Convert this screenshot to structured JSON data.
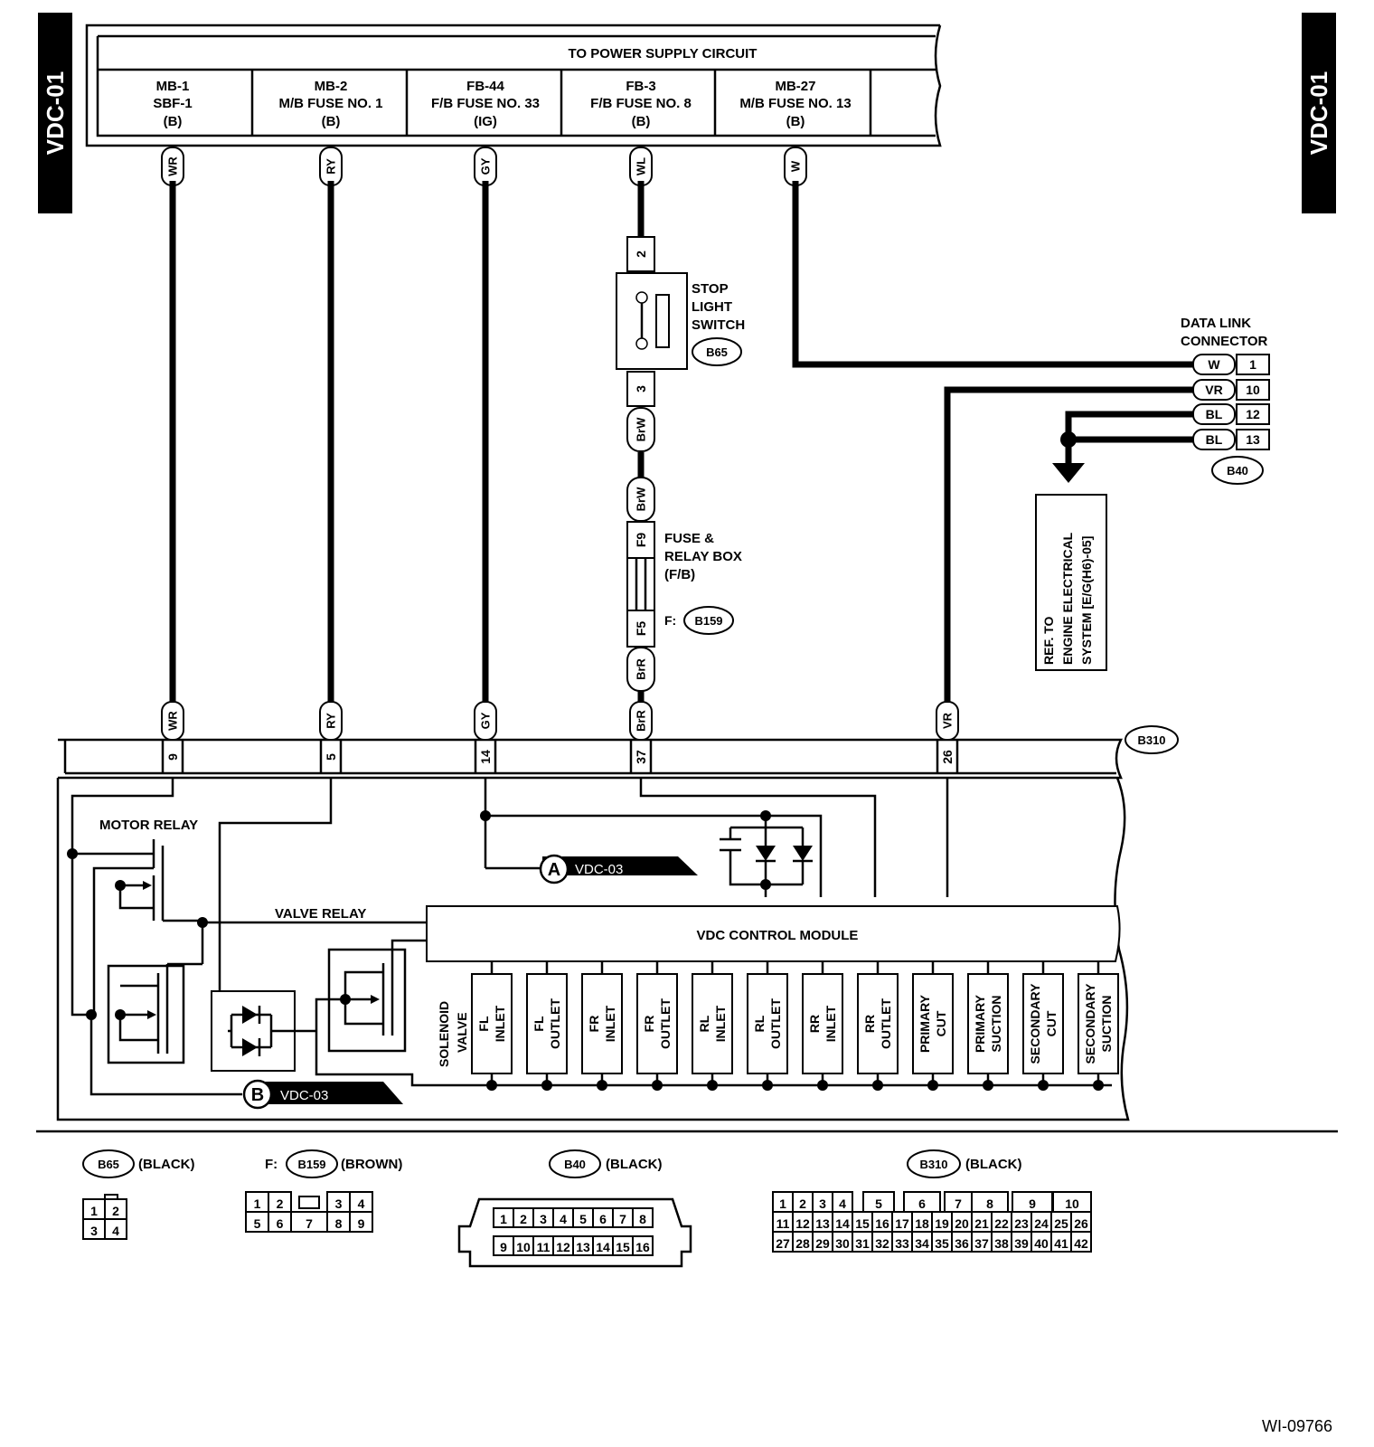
{
  "page_tab": "VDC-01",
  "power_supply": {
    "title": "TO POWER SUPPLY CIRCUIT",
    "fuses": [
      {
        "id": "MB-1",
        "name": "SBF-1",
        "state": "(B)",
        "wire": "WR"
      },
      {
        "id": "MB-2",
        "name": "M/B FUSE NO. 1",
        "state": "(B)",
        "wire": "RY"
      },
      {
        "id": "FB-44",
        "name": "F/B FUSE NO. 33",
        "state": "(IG)",
        "wire": "GY"
      },
      {
        "id": "FB-3",
        "name": "F/B FUSE NO. 8",
        "state": "(B)",
        "wire": "WL"
      },
      {
        "id": "MB-27",
        "name": "M/B FUSE NO. 13",
        "state": "(B)",
        "wire": "W"
      }
    ]
  },
  "stop_light_switch": {
    "label_1": "STOP",
    "label_2": "LIGHT",
    "label_3": "SWITCH",
    "connector": "B65",
    "pin_top": "2",
    "pin_bottom": "3",
    "wire_out": "BrW"
  },
  "fuse_relay_box": {
    "label_1": "FUSE &",
    "label_2": "RELAY BOX",
    "label_3": "(F/B)",
    "wire_in": "BrW",
    "pin_in": "F9",
    "pin_out": "F5",
    "wire_out": "BrR",
    "connector_prefix": "F:",
    "connector": "B159"
  },
  "data_link_connector": {
    "label_1": "DATA LINK",
    "label_2": "CONNECTOR",
    "connector": "B40",
    "pins": [
      {
        "wire": "W",
        "pin": "1"
      },
      {
        "wire": "VR",
        "pin": "10"
      },
      {
        "wire": "BL",
        "pin": "12"
      },
      {
        "wire": "BL",
        "pin": "13"
      }
    ]
  },
  "ref_box": {
    "line_1": "REF. TO",
    "line_2": "ENGINE ELECTRICAL",
    "line_3": "SYSTEM [E/G(H6)-05]"
  },
  "b310": {
    "connector": "B310",
    "terminals": [
      {
        "wire": "WR",
        "pin": "9"
      },
      {
        "wire": "RY",
        "pin": "5"
      },
      {
        "wire": "GY",
        "pin": "14"
      },
      {
        "wire": "BrR",
        "pin": "37"
      },
      {
        "wire": "VR",
        "pin": "26"
      }
    ]
  },
  "module": {
    "motor_relay": "MOTOR RELAY",
    "valve_relay": "VALVE RELAY",
    "vdc_control_module": "VDC CONTROL MODULE",
    "solenoid_1": "SOLENOID",
    "solenoid_2": "VALVE",
    "ref_a_letter": "A",
    "ref_a": "VDC-03",
    "ref_b_letter": "B",
    "ref_b": "VDC-03",
    "valves": [
      {
        "l1": "FL",
        "l2": "INLET"
      },
      {
        "l1": "FL",
        "l2": "OUTLET"
      },
      {
        "l1": "FR",
        "l2": "INLET"
      },
      {
        "l1": "FR",
        "l2": "OUTLET"
      },
      {
        "l1": "RL",
        "l2": "INLET"
      },
      {
        "l1": "RL",
        "l2": "OUTLET"
      },
      {
        "l1": "RR",
        "l2": "INLET"
      },
      {
        "l1": "RR",
        "l2": "OUTLET"
      },
      {
        "l1": "PRIMARY",
        "l2": "CUT"
      },
      {
        "l1": "PRIMARY",
        "l2": "SUCTION"
      },
      {
        "l1": "SECONDARY",
        "l2": "CUT"
      },
      {
        "l1": "SECONDARY",
        "l2": "SUCTION"
      }
    ]
  },
  "connector_views": {
    "b65": {
      "id": "B65",
      "color": "(BLACK)",
      "pins": [
        "1",
        "2",
        "3",
        "4"
      ]
    },
    "b159": {
      "prefix": "F:",
      "id": "B159",
      "color": "(BROWN)",
      "pins": [
        "1",
        "2",
        "3",
        "4",
        "5",
        "6",
        "7",
        "8",
        "9"
      ]
    },
    "b40": {
      "id": "B40",
      "color": "(BLACK)",
      "pins": [
        "1",
        "2",
        "3",
        "4",
        "5",
        "6",
        "7",
        "8",
        "9",
        "10",
        "11",
        "12",
        "13",
        "14",
        "15",
        "16"
      ]
    },
    "b310": {
      "id": "B310",
      "color": "(BLACK)",
      "row1": [
        "1",
        "2",
        "3",
        "4",
        "5",
        "6",
        "7",
        "8",
        "9",
        "10"
      ],
      "pins": [
        "11",
        "12",
        "13",
        "14",
        "15",
        "16",
        "17",
        "18",
        "19",
        "20",
        "21",
        "22",
        "23",
        "24",
        "25",
        "26",
        "27",
        "28",
        "29",
        "30",
        "31",
        "32",
        "33",
        "34",
        "35",
        "36",
        "37",
        "38",
        "39",
        "40",
        "41",
        "42"
      ]
    }
  },
  "figure_id": "WI-09766"
}
